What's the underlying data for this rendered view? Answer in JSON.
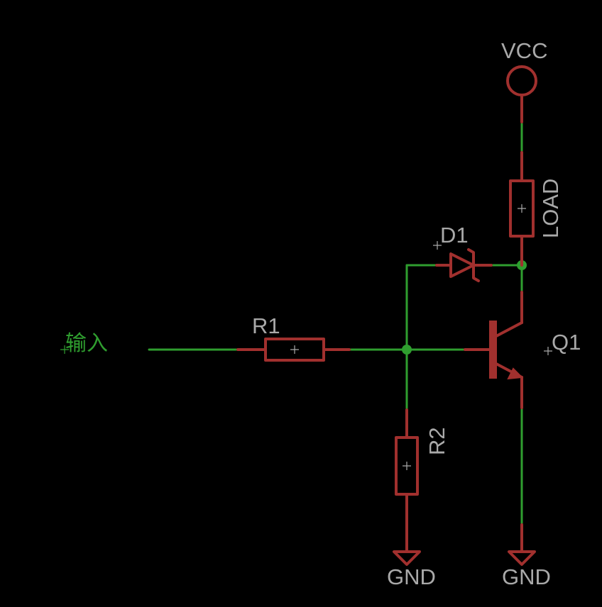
{
  "colors": {
    "background": "#000000",
    "wire": "#2f9e2f",
    "component": "#a1302e",
    "label": "#a9a9a9"
  },
  "labels": {
    "vcc": "VCC",
    "load": "LOAD",
    "d1": "D1",
    "r1": "R1",
    "r2": "R2",
    "q1": "Q1",
    "gnd_left": "GND",
    "gnd_right": "GND",
    "input_net": "输入"
  }
}
